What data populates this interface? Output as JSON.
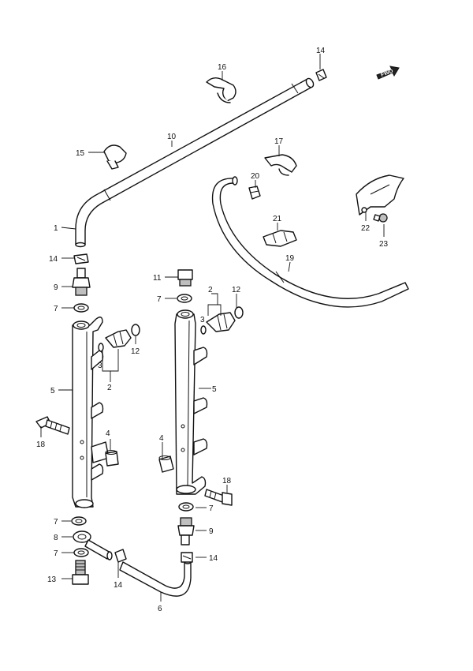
{
  "callouts": {
    "c1": "1",
    "c2a": "2",
    "c2b": "2",
    "c3a": "3",
    "c3b": "3",
    "c4a": "4",
    "c4b": "4",
    "c5a": "5",
    "c5b": "5",
    "c6": "6",
    "c7a": "7",
    "c7b": "7",
    "c7c": "7",
    "c7d": "7",
    "c7e": "7",
    "c8": "8",
    "c9a": "9",
    "c9b": "9",
    "c10": "10",
    "c11": "11",
    "c12a": "12",
    "c12b": "12",
    "c13": "13",
    "c14a": "14",
    "c14b": "14",
    "c14c": "14",
    "c14d": "14",
    "c15": "15",
    "c16": "16",
    "c17": "17",
    "c18a": "18",
    "c18b": "18",
    "c19": "19",
    "c20": "20",
    "c21": "21",
    "c22": "22",
    "c23": "23"
  },
  "fwd_label": "FWD"
}
